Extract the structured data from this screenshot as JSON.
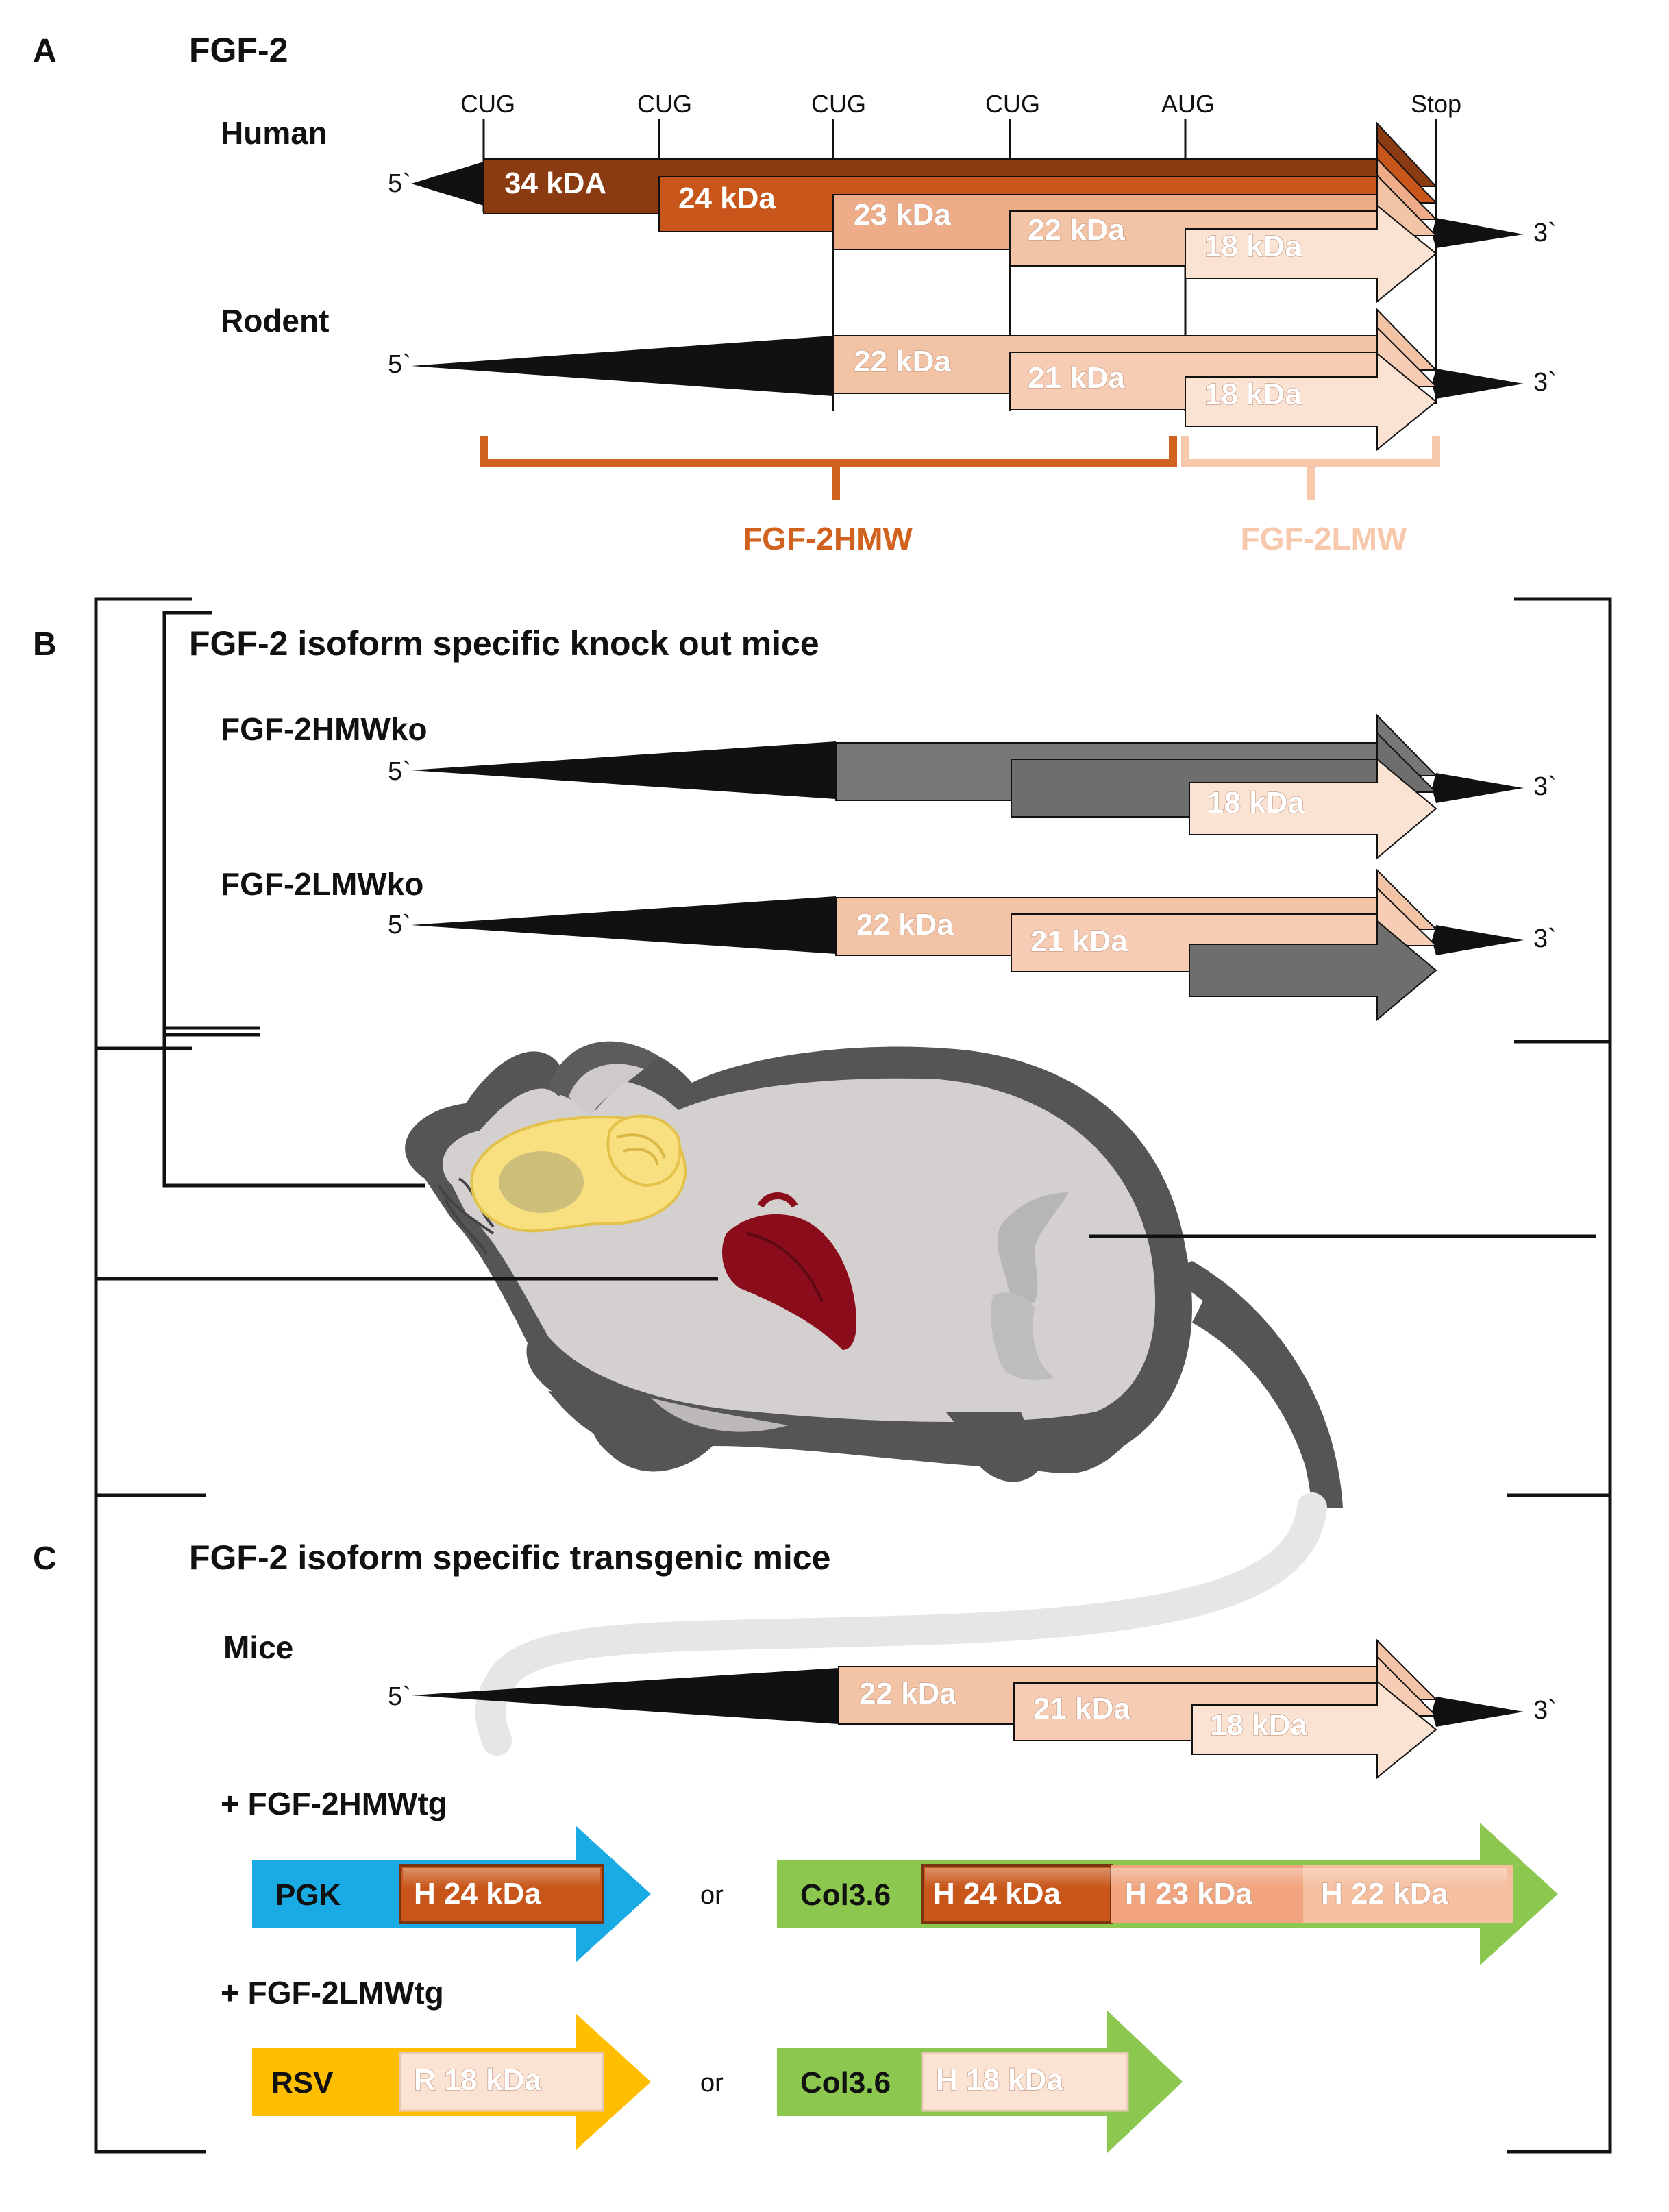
{
  "panel_a": {
    "letter": "A",
    "title": "FGF-2",
    "codons": [
      "CUG",
      "CUG",
      "CUG",
      "CUG",
      "AUG",
      "Stop"
    ],
    "human": {
      "label": "Human",
      "five_prime": "5`",
      "three_prime": "3`",
      "isoforms": [
        "34 kDA",
        "24 kDa",
        "23 kDa",
        "22 kDa",
        "18 kDa"
      ]
    },
    "rodent": {
      "label": "Rodent",
      "five_prime": "5`",
      "three_prime": "3`",
      "isoforms": [
        "22 kDa",
        "21 kDa",
        "18 kDa"
      ]
    },
    "hmw_label": "FGF-2HMW",
    "lmw_label": "FGF-2LMW"
  },
  "panel_b": {
    "letter": "B",
    "title": "FGF-2 isoform specific knock out mice",
    "hmwko": {
      "label": "FGF-2HMWko",
      "five_prime": "5`",
      "three_prime": "3`",
      "isoforms": [
        "18 kDa"
      ]
    },
    "lmwko": {
      "label": "FGF-2LMWko",
      "five_prime": "5`",
      "three_prime": "3`",
      "isoforms": [
        "22 kDa",
        "21 kDa"
      ]
    }
  },
  "panel_c": {
    "letter": "C",
    "title": "FGF-2 isoform specific transgenic mice",
    "mice": {
      "label": "Mice",
      "five_prime": "5`",
      "three_prime": "3`",
      "isoforms": [
        "22 kDa",
        "21 kDa",
        "18 kDa"
      ]
    },
    "hmwtg": {
      "label": "+ FGF-2HMWtg",
      "construct1": {
        "promoter": "PGK",
        "isoforms": [
          "H 24 kDa"
        ]
      },
      "or": "or",
      "construct2": {
        "promoter": "Col3.6",
        "isoforms": [
          "H 24 kDa",
          "H 23 kDa",
          "H 22 kDa"
        ]
      }
    },
    "lmwtg": {
      "label": "+ FGF-2LMWtg",
      "construct1": {
        "promoter": "RSV",
        "isoforms": [
          "R 18 kDa"
        ]
      },
      "or": "or",
      "construct2": {
        "promoter": "Col3.6",
        "isoforms": [
          "H 18 kDa"
        ]
      }
    }
  },
  "colors": {
    "kda34": "#8a3b12",
    "kda24": "#c8561a",
    "kda23": "#eeac88",
    "kda22": "#f3c3a6",
    "kda18": "#fbe3d4",
    "ko_gray": "#6e6e6e",
    "hmw_bracket": "#d0621e",
    "lmw_bracket": "#f7c8ac",
    "pgk_blue": "#1aaae4",
    "col_green": "#8cc850",
    "rsv_yellow": "#ffbf00",
    "mouse_body": "#d4d0d0",
    "mouse_dark": "#555555",
    "heart": "#8b0d1c",
    "brain": "#f8df80"
  }
}
